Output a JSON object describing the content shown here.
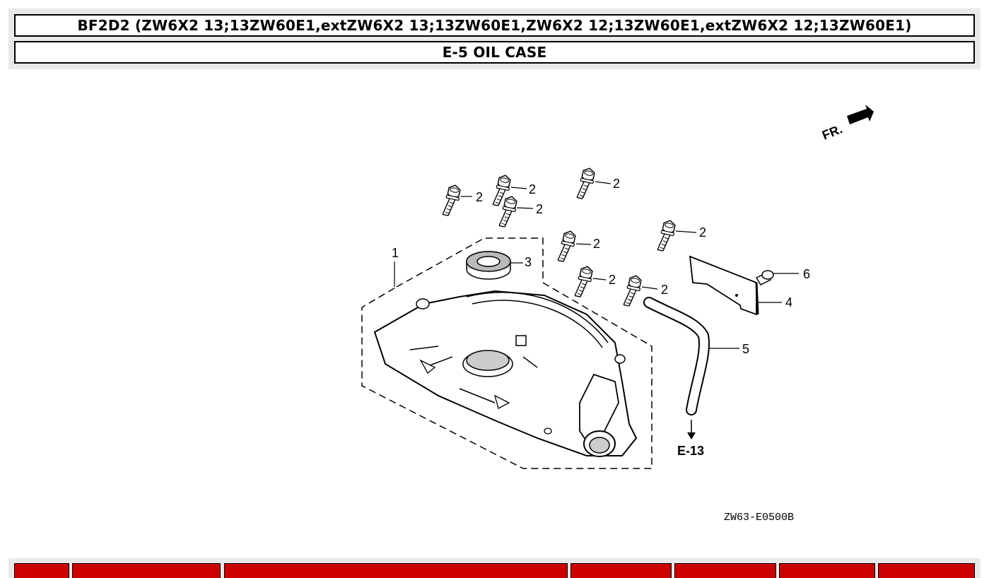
{
  "header": {
    "model_title": "BF2D2 (ZW6X2 13;13ZW60E1,extZW6X2 13;13ZW60E1,ZW6X2 12;13ZW60E1,extZW6X2 12;13ZW60E1)",
    "section_title": "E-5 OIL CASE"
  },
  "diagram": {
    "front_indicator": "FR.",
    "callouts": [
      "1",
      "2",
      "3",
      "4",
      "5",
      "6"
    ],
    "reference": "E-13",
    "figure_code": "ZW63-E0500B"
  },
  "parts_table": {
    "headers": [
      "",
      "",
      "",
      "",
      "",
      "",
      ""
    ]
  }
}
